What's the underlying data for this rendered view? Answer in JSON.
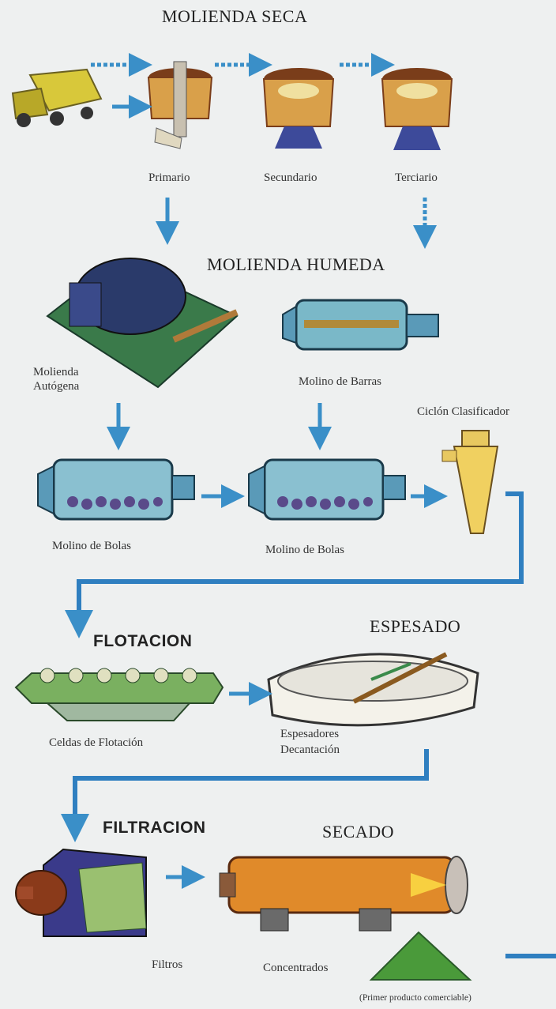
{
  "headings": {
    "molienda_seca": "MOLIENDA SECA",
    "molienda_humeda": "MOLIENDA HUMEDA",
    "flotacion": "FLOTACION",
    "espesado": "ESPESADO",
    "filtracion": "FILTRACION",
    "secado": "SECADO"
  },
  "labels": {
    "primario": "Primario",
    "secundario": "Secundario",
    "terciario": "Terciario",
    "molienda_autogena_1": "Molienda",
    "molienda_autogena_2": "Autógena",
    "molino_barras": "Molino de Barras",
    "ciclon": "Ciclón Clasificador",
    "molino_bolas_1": "Molino de Bolas",
    "molino_bolas_2": "Molino de Bolas",
    "celdas": "Celdas de Flotación",
    "espesadores_1": "Espesadores",
    "espesadores_2": "Decantación",
    "filtros": "Filtros",
    "concentrados": "Concentrados",
    "primer_producto": "(Primer producto comerciable)"
  },
  "colors": {
    "arrow": "#3a8fc8",
    "flow_line": "#2f7fc0",
    "crusher_body": "#d9a04a",
    "crusher_dark": "#7a3d1a",
    "crusher_blue": "#3d4a9a",
    "truck": "#d8c83a",
    "mill_blue": "#4aa7c8",
    "mill_green": "#3a8a4a",
    "concentrate": "#4a9a3a"
  }
}
